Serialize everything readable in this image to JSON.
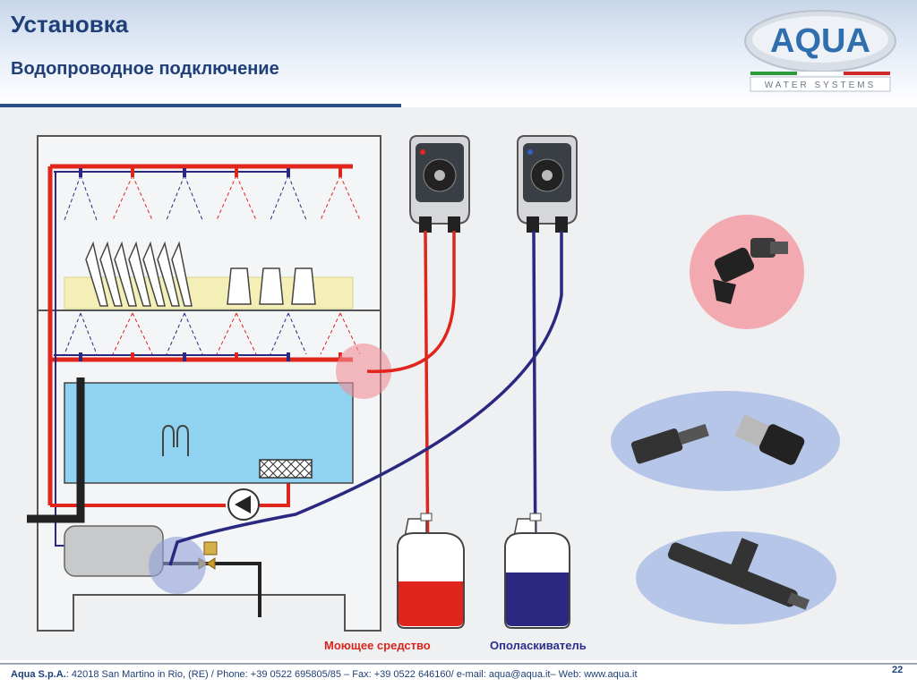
{
  "header": {
    "title": "Установка",
    "subtitle": "Водопроводное подключение"
  },
  "logo": {
    "brand": "AQUA",
    "tagline": "WATER SYSTEMS"
  },
  "labels": {
    "detergent": "Моющее средство",
    "rinse": "Ополаскиватель"
  },
  "colors": {
    "detergent_line": "#e0261c",
    "rinse_line": "#2a2880",
    "tank_water": "#8fd3f0",
    "header_text": "#1f3f78"
  },
  "footer": {
    "company": "Aqua S.p.A.",
    "contact": ": 42018 San Martino in Rio, (RE) / Phone: +39 0522 695805/85 – Fax: +39 0522 646160/ e-mail: aqua@aqua.it– Web: www.aqua.it",
    "page": "22"
  }
}
